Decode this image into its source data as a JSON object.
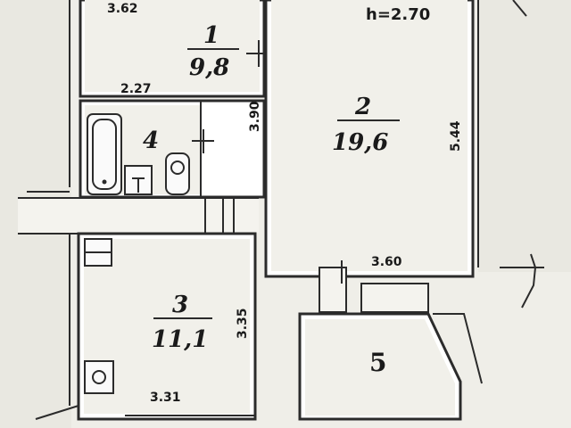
{
  "plan": {
    "height_label": "h=2.70",
    "rooms": [
      {
        "number": "1",
        "area": "9,8"
      },
      {
        "number": "2",
        "area": "19,6"
      },
      {
        "number": "3",
        "area": "11,1"
      },
      {
        "number": "4"
      },
      {
        "number": "5"
      }
    ],
    "dimensions": {
      "room1_width": "3.62",
      "room1_height": "3.90",
      "bath_width": "2.27",
      "room2_height": "5.44",
      "room2_width": "3.60",
      "room3_height": "3.35",
      "room3_width": "3.31"
    }
  }
}
